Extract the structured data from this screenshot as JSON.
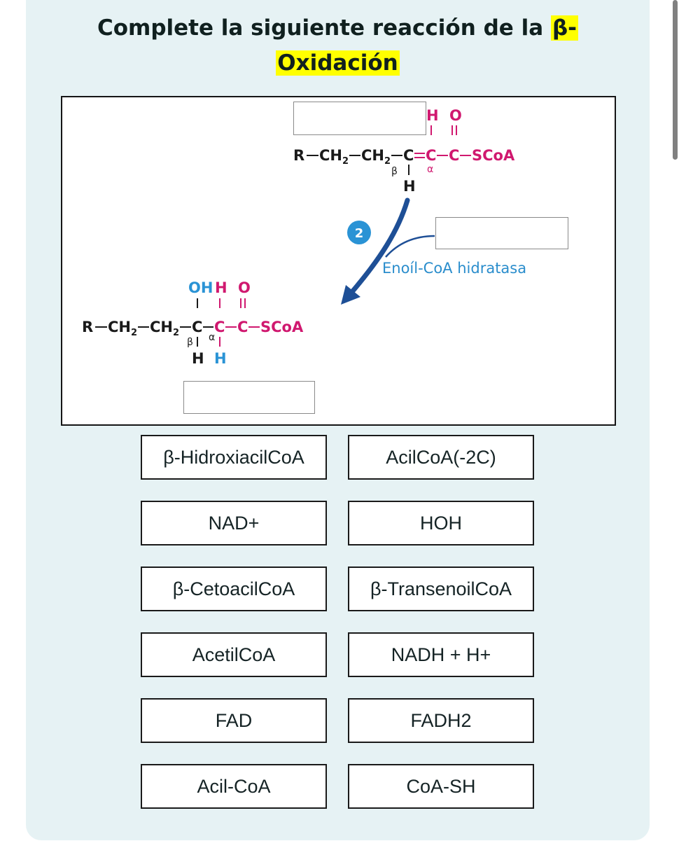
{
  "title": {
    "line1_text": "Complete la siguiente reacción de la ",
    "line1_highlight": "β-",
    "line2_highlight": "Oxidación",
    "highlight_color": "#ffff00"
  },
  "diagram": {
    "step_number": "2",
    "enzyme_label": "Enoíl-CoA hidratasa",
    "substrate": {
      "chain": [
        "R",
        "CH2",
        "CH2",
        "C",
        "C",
        "C",
        "SCoA"
      ],
      "top_labels": [
        "H",
        "O"
      ],
      "beta_label": "β",
      "alpha_label": "α",
      "beta_H": "H"
    },
    "product": {
      "chain": [
        "R",
        "CH2",
        "CH2",
        "C",
        "C",
        "C",
        "SCoA"
      ],
      "top_labels": [
        "OH",
        "H",
        "O"
      ],
      "beta_label": "β",
      "alpha_label": "α",
      "bottom_labels": [
        "H",
        "H"
      ]
    },
    "drop_zones": [
      {
        "name": "substrate-name-box",
        "value": ""
      },
      {
        "name": "cosubstrate-box",
        "value": ""
      },
      {
        "name": "product-name-box",
        "value": ""
      }
    ],
    "colors": {
      "black": "#1a1a1a",
      "magenta": "#d0186f",
      "blue": "#2a93d5",
      "arrow": "#1e4f96"
    }
  },
  "options": [
    "β-HidroxiacilCoA",
    "AcilCoA(-2C)",
    "NAD+",
    "HOH",
    "β-CetoacilCoA",
    "β-TransenoilCoA",
    "AcetilCoA",
    "NADH + H+",
    "FAD",
    "FADH2",
    "Acil-CoA",
    "CoA-SH"
  ]
}
